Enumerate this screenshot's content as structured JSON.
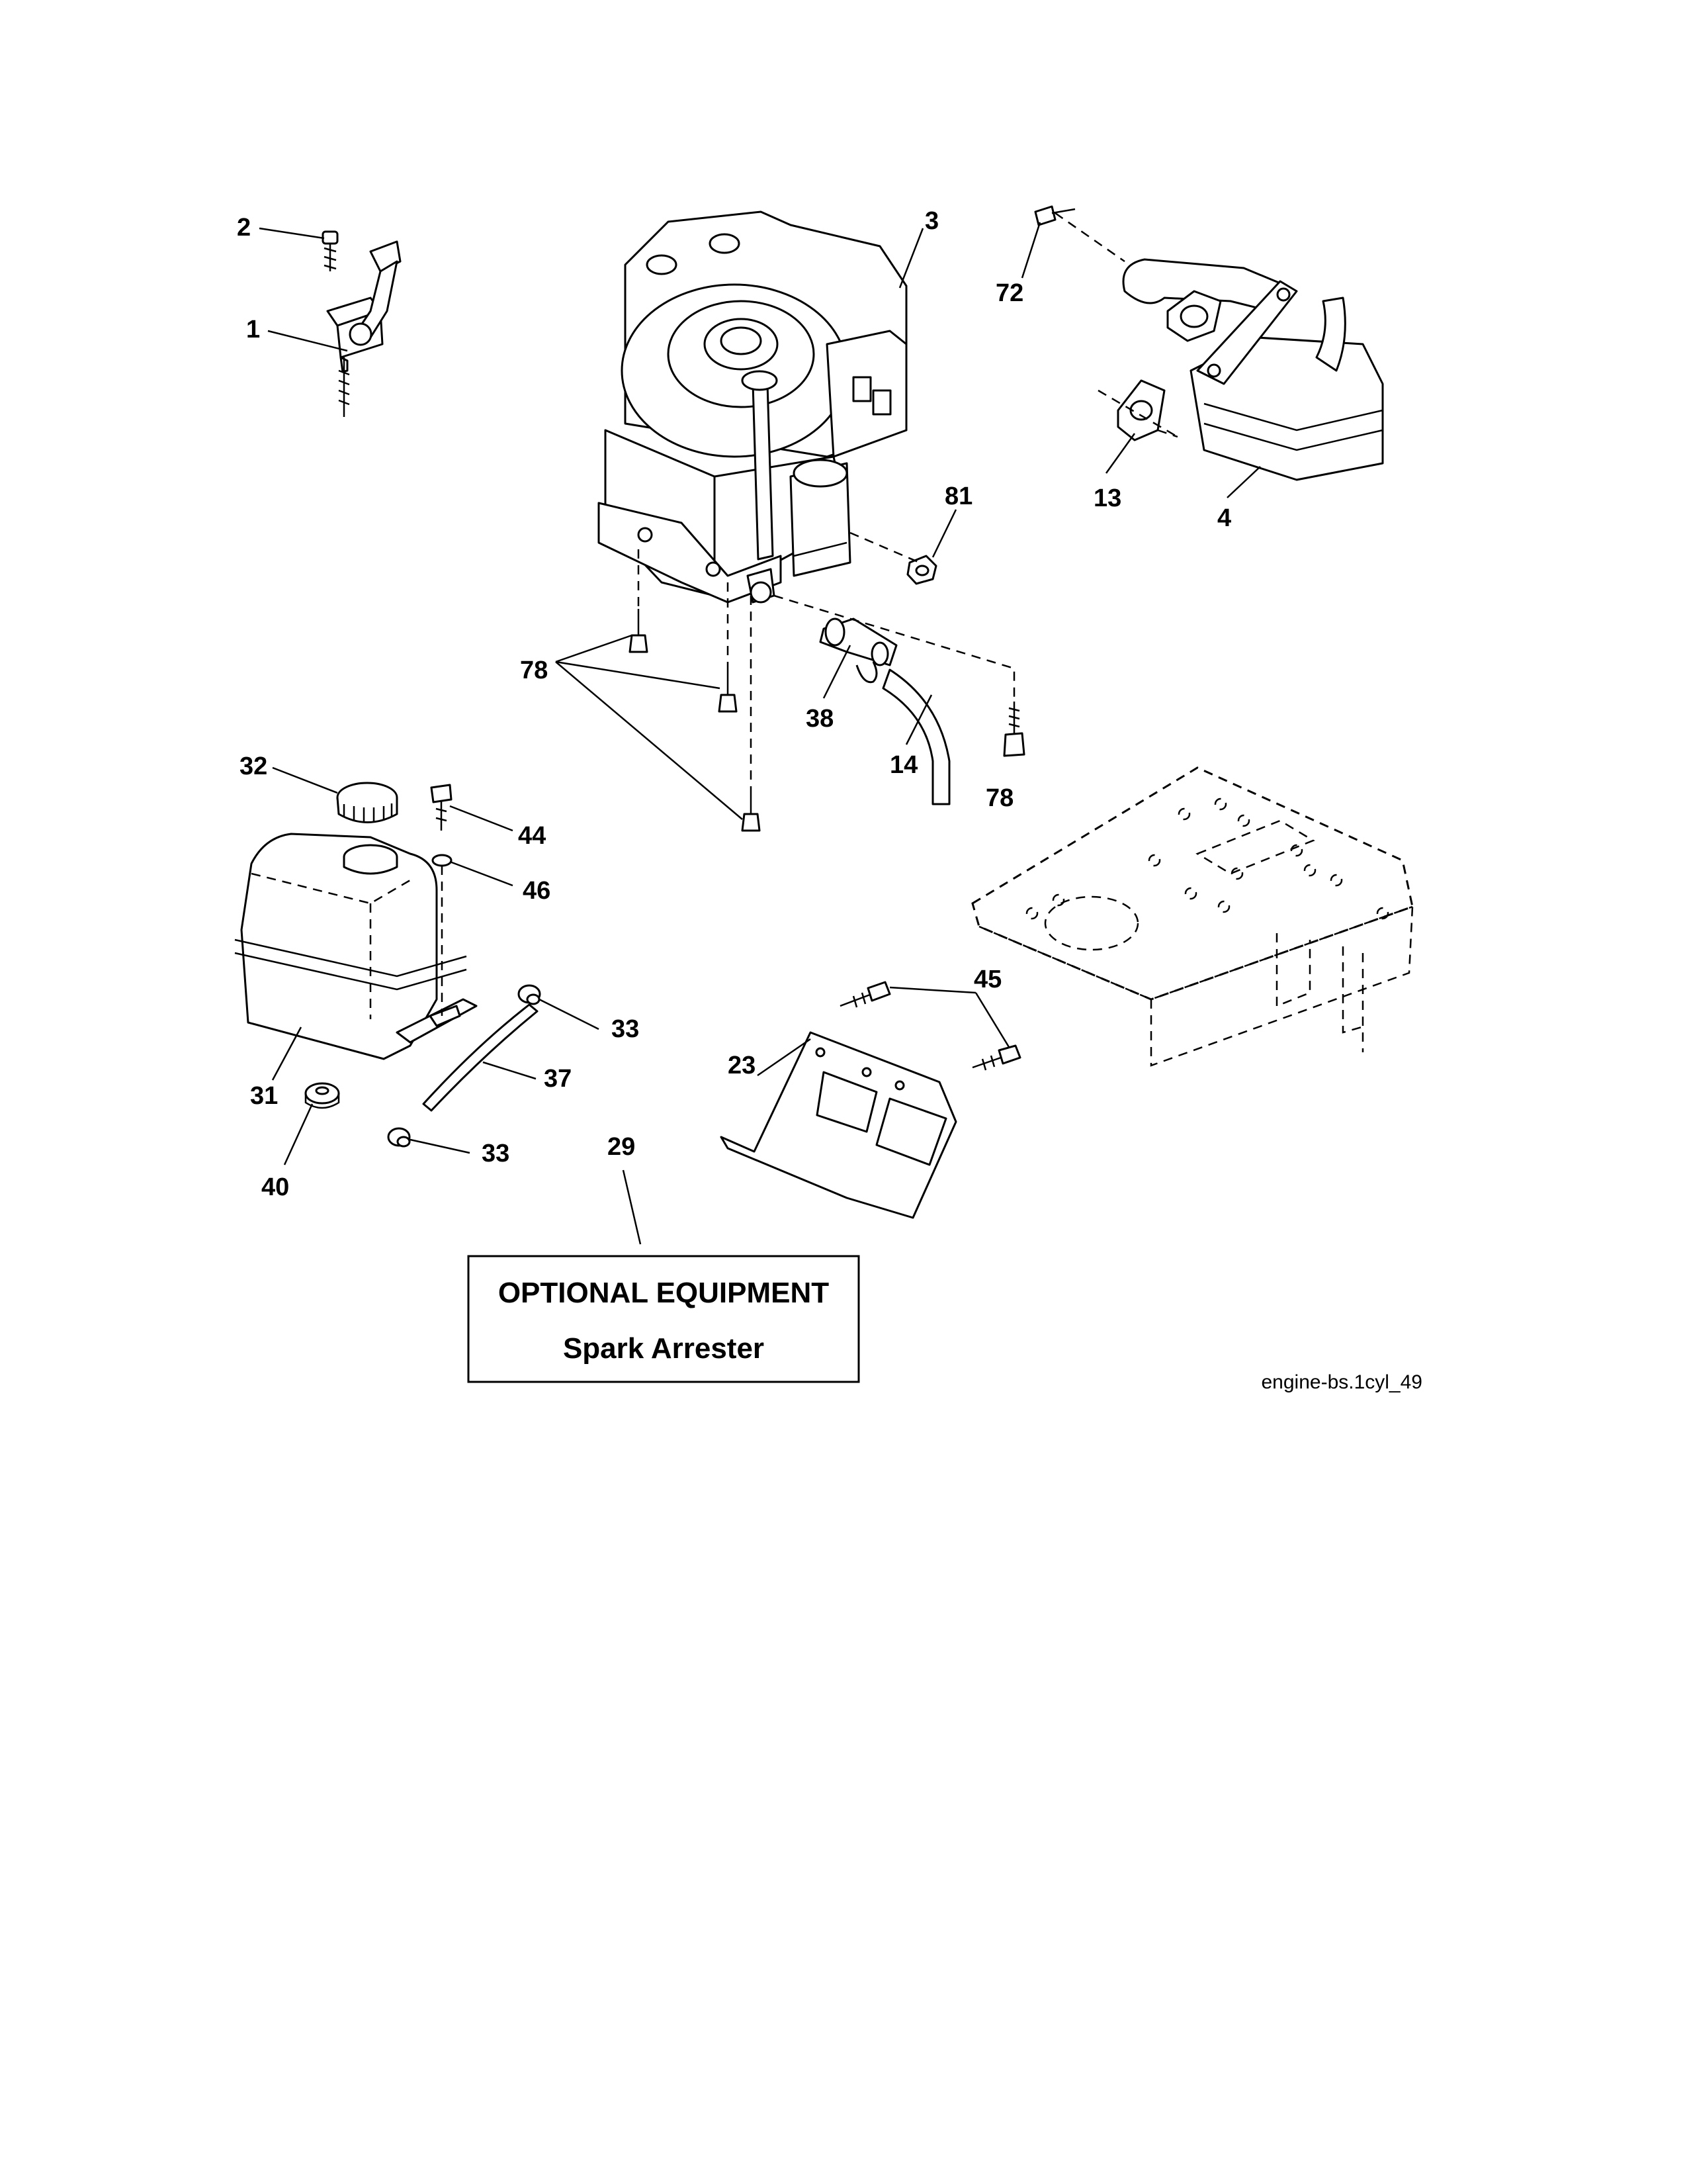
{
  "labels": {
    "l1": "1",
    "l2": "2",
    "l3": "3",
    "l4": "4",
    "l13": "13",
    "l14": "14",
    "l23": "23",
    "l29": "29",
    "l31": "31",
    "l32": "32",
    "l33a": "33",
    "l33b": "33",
    "l37": "37",
    "l38": "38",
    "l40": "40",
    "l44": "44",
    "l45": "45",
    "l46": "46",
    "l72": "72",
    "l78a": "78",
    "l78b": "78",
    "l81": "81"
  },
  "optional_box": {
    "title": "OPTIONAL EQUIPMENT",
    "subtitle": "Spark Arrester"
  },
  "reference": "engine-bs.1cyl_49"
}
